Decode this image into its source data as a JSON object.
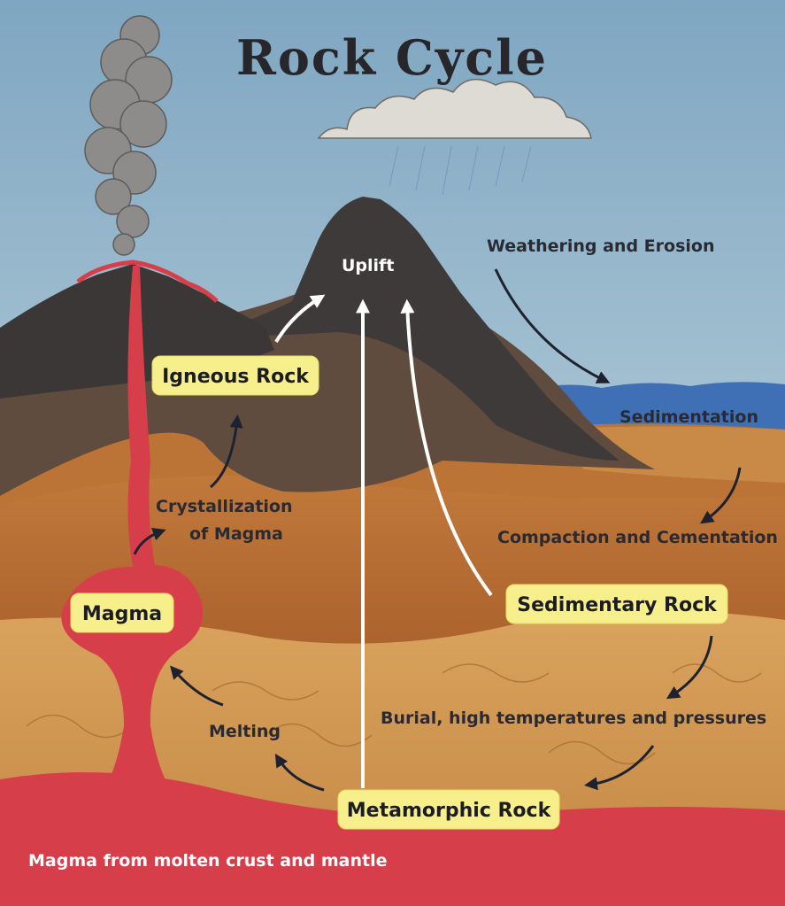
{
  "title": "Rock Cycle",
  "labels": {
    "igneous_rock": "Igneous Rock",
    "magma": "Magma",
    "sedimentary_rock": "Sedimentary Rock",
    "metamorphic_rock": "Metamorphic Rock"
  },
  "processes": {
    "uplift": "Uplift",
    "weathering_erosion": "Weathering and Erosion",
    "sedimentation": "Sedimentation",
    "compaction_cementation": "Compaction and Cementation",
    "crystallization_line1": "Crystallization",
    "crystallization_line2": "of Magma",
    "burial": "Burial, high temperatures and pressures",
    "melting": "Melting",
    "magma_source": "Magma from molten crust and mantle"
  },
  "colors": {
    "sky": "#8fb2c8",
    "magma": "#d63f4a",
    "label_fill": "#f6ef8c",
    "water": "#3f6fb5",
    "arrow_dark": "#1e2230",
    "arrow_white": "#ffffff"
  }
}
